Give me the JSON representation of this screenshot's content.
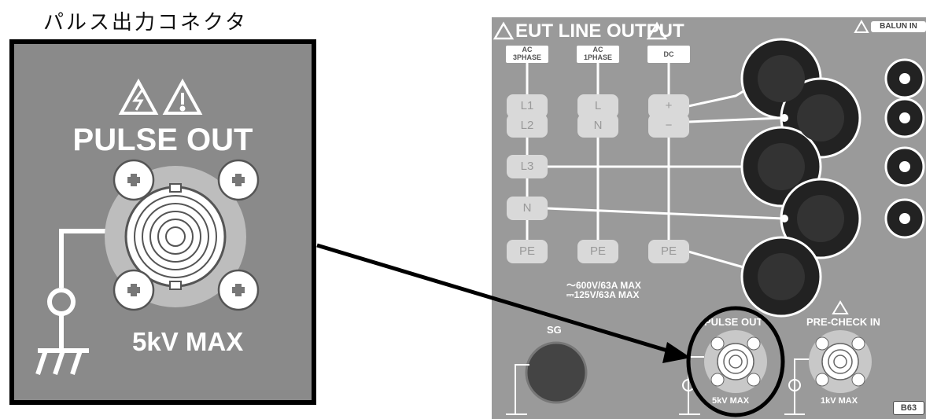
{
  "title": "パルス出力コネクタ",
  "zoom": {
    "header": "PULSE OUT",
    "rating": "5kV MAX"
  },
  "panel": {
    "header": "EUT LINE OUTPUT",
    "balun": "BALUN IN",
    "columns": [
      "AC\n3PHASE",
      "AC\n1PHASE",
      "DC"
    ],
    "rows": [
      [
        "L1",
        "L",
        "+"
      ],
      [
        "L2",
        "N",
        "−"
      ],
      [
        "L3",
        "",
        ""
      ],
      [
        "N",
        "",
        ""
      ],
      [
        "PE",
        "PE",
        "PE"
      ]
    ],
    "ratings": [
      "～600V/63A MAX",
      "⎓125V/63A MAX"
    ],
    "sg": "SG",
    "pulse_out": "PULSE OUT",
    "pulse_out_rating": "5kV MAX",
    "precheck": "PRE-CHECK IN",
    "precheck_rating": "1kV MAX",
    "model": "B63"
  }
}
